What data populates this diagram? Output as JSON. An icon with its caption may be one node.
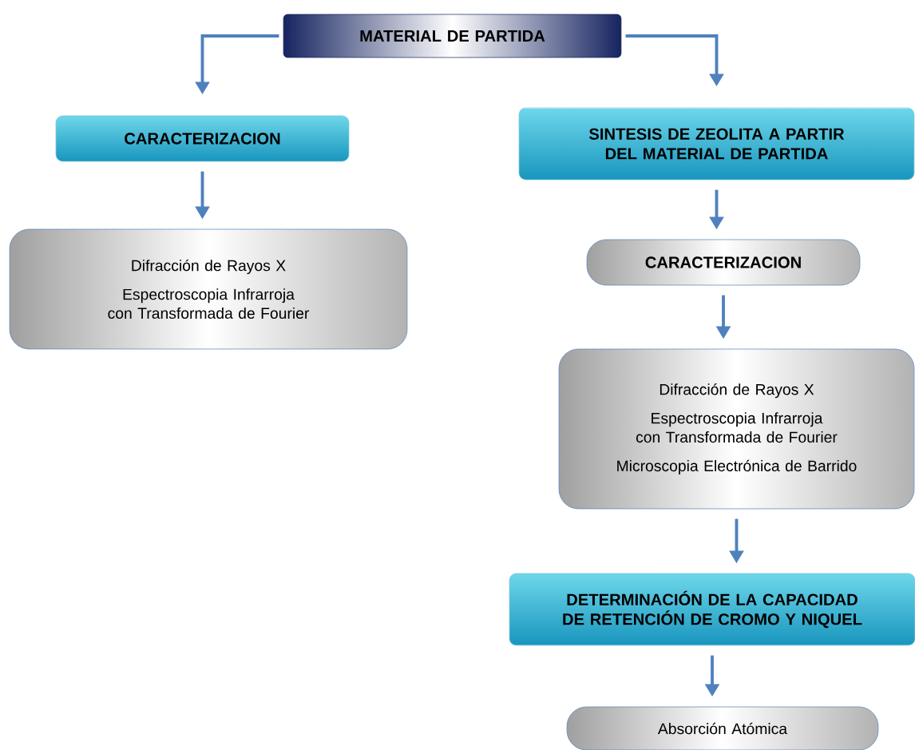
{
  "diagram": {
    "nodes": [
      {
        "text": [
          "MATERIAL DE PARTIDA"
        ]
      },
      {
        "text": [
          "CARACTERIZACION"
        ]
      },
      {
        "text": [
          "SINTESIS DE ZEOLITA A PARTIR DEL MATERIAL DE PARTIDA"
        ]
      },
      {
        "text": [
          "Difracción de Rayos X",
          "Espectroscopia Infrarroja con Transformada de Fourier"
        ]
      },
      {
        "text": [
          "CARACTERIZACION"
        ]
      },
      {
        "text": [
          "Difracción de Rayos X",
          "Espectroscopia Infrarroja con Transformada de Fourier",
          "Microscopia Electrónica de Barrido"
        ]
      },
      {
        "text": [
          "DETERMINACIÓN DE LA CAPACIDAD DE RETENCIÓN DE CROMO Y NIQUEL"
        ]
      },
      {
        "text": [
          "Absorción Atómica"
        ]
      }
    ],
    "edges": [
      {
        "from": 0,
        "to": 1,
        "arrow": "to"
      },
      {
        "from": 0,
        "to": 2,
        "arrow": "to"
      },
      {
        "from": 1,
        "to": 3,
        "arrow": "to"
      },
      {
        "from": 2,
        "to": 4,
        "arrow": "to"
      },
      {
        "from": 4,
        "to": 5,
        "arrow": "to"
      },
      {
        "from": 5,
        "to": 6,
        "arrow": "to"
      },
      {
        "from": 6,
        "to": 7,
        "arrow": "to"
      }
    ]
  }
}
